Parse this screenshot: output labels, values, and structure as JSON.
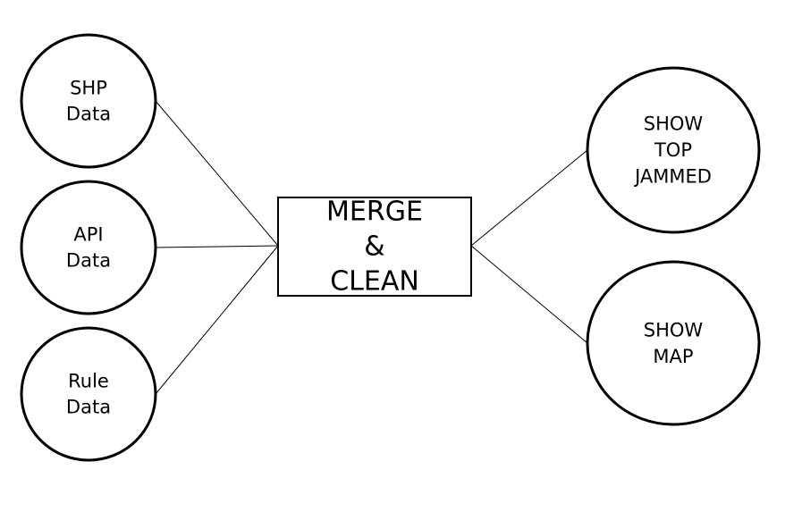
{
  "diagram": {
    "inputs": [
      {
        "id": "shp",
        "lines": [
          "SHP",
          "Data"
        ]
      },
      {
        "id": "api",
        "lines": [
          "API",
          "Data"
        ]
      },
      {
        "id": "rule",
        "lines": [
          "Rule",
          "Data"
        ]
      }
    ],
    "process": {
      "id": "merge",
      "lines": [
        "MERGE",
        "&",
        "CLEAN"
      ]
    },
    "outputs": [
      {
        "id": "top-jammed",
        "lines": [
          "SHOW",
          "TOP",
          "JAMMED"
        ]
      },
      {
        "id": "map",
        "lines": [
          "SHOW",
          "MAP"
        ]
      }
    ],
    "edges": [
      {
        "from": "shp",
        "to": "merge"
      },
      {
        "from": "api",
        "to": "merge"
      },
      {
        "from": "rule",
        "to": "merge"
      },
      {
        "from": "merge",
        "to": "top-jammed"
      },
      {
        "from": "merge",
        "to": "map"
      }
    ]
  }
}
